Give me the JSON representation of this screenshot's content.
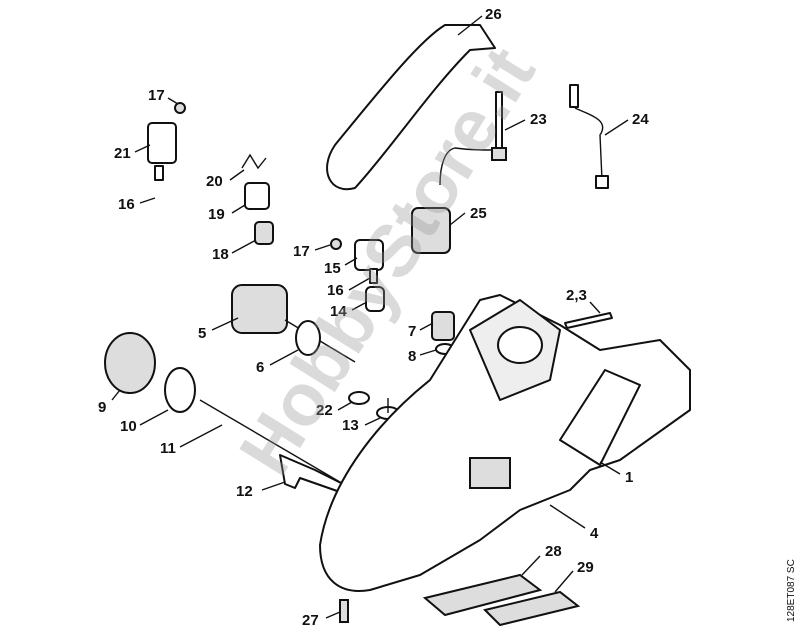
{
  "diagram": {
    "watermark": "HobbyStore.it",
    "drawing_code": "128ET087 SC",
    "labels": {
      "l26": "26",
      "l17a": "17",
      "l23": "23",
      "l24": "24",
      "l21": "21",
      "l20": "20",
      "l16a": "16",
      "l19": "19",
      "l25": "25",
      "l18": "18",
      "l17b": "17",
      "l15": "15",
      "l16b": "16",
      "l14": "14",
      "l23b": "2,3",
      "l5": "5",
      "l7": "7",
      "l6": "6",
      "l8": "8",
      "l9": "9",
      "l22": "22",
      "l10": "10",
      "l13": "13",
      "l11": "11",
      "l1": "1",
      "l12": "12",
      "l4": "4",
      "l28": "28",
      "l29": "29",
      "l27": "27"
    }
  }
}
